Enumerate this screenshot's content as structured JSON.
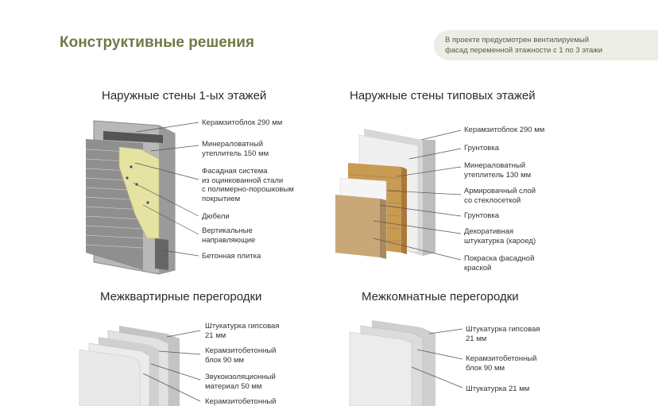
{
  "header": {
    "title": "Конструктивные решения",
    "note_line1": "В проекте предусмотрен вентилируемый",
    "note_line2": "фасад переменной этажности с 1 по 3 этажи"
  },
  "sections": {
    "walls_ground": {
      "title": "Наружные стены 1-ых этажей",
      "labels": [
        [
          "Керамзитоблок 290 мм"
        ],
        [
          "Минераловатный",
          "утеплитель 150 мм"
        ],
        [
          "Фасадная система",
          "из оцинкованной стали",
          "с полимерно-порошковым",
          "покрытием"
        ],
        [
          "Дюбели"
        ],
        [
          "Вертикальные",
          "направляющие"
        ],
        [
          "Бетонная плитка"
        ]
      ]
    },
    "walls_typical": {
      "title": "Наружные стены типовых этажей",
      "labels": [
        [
          "Керамзитоблок 290 мм"
        ],
        [
          "Грунтовка"
        ],
        [
          "Минераловатный",
          "утеплитель 130 мм"
        ],
        [
          "Армировачный слой",
          "со стеклосеткой"
        ],
        [
          "Грунтовка"
        ],
        [
          "Декоративная",
          "штукатурка (кароед)"
        ],
        [
          "Покраска фасадной",
          "краской"
        ]
      ]
    },
    "partitions_apartment": {
      "title": "Межквартирные перегородки",
      "labels": [
        [
          "Штукатурка гипсовая",
          "21 мм"
        ],
        [
          "Керамзитобетонный",
          "блок 90 мм"
        ],
        [
          "Звукоизоляционный",
          "материал 50 мм"
        ],
        [
          "Керамзитобетонный"
        ]
      ]
    },
    "partitions_room": {
      "title": "Межкомнатные перегородки",
      "labels": [
        [
          "Штукатурка гипсовая",
          "21 мм"
        ],
        [
          "Керамзитобетонный",
          "блок 90 мм"
        ],
        [
          "Штукатурка 21 мм"
        ]
      ]
    }
  },
  "colors": {
    "title_green": "#6f7a45",
    "note_bg": "#eceee5",
    "brick": "#8d8d8d",
    "insulation_yellow": "#e6e3a2",
    "mineral_wool": "#c89a52",
    "plaster_wood": "#c9a878"
  }
}
